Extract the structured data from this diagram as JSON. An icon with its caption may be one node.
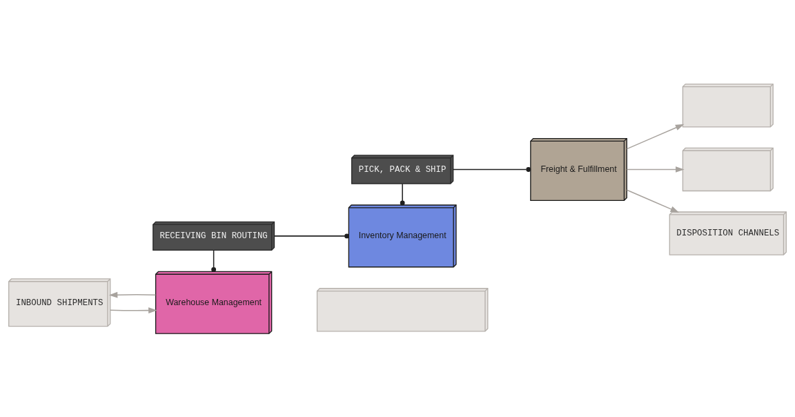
{
  "diagram": {
    "nodes": [
      {
        "text": [
          "INBOUND SHIPMENTS"
        ]
      },
      {
        "text": [
          "RECEIVING BIN ROUTING"
        ]
      },
      {
        "text": [
          "Warehouse Management"
        ]
      },
      {
        "text": [
          "PICK, PACK & SHIP"
        ]
      },
      {
        "text": [
          "Inventory Management"
        ]
      },
      {
        "text": [
          "Freight & Fulfillment"
        ]
      },
      {
        "text": [],
        "shape": "box"
      },
      {
        "text": [],
        "shape": "box"
      },
      {
        "text": [],
        "shape": "box"
      },
      {
        "text": [
          "DISPOSITION CHANNELS"
        ]
      }
    ],
    "edges": [
      {
        "from": 0,
        "to": 2,
        "arrow": "to"
      },
      {
        "from": 2,
        "to": 0,
        "arrow": "to"
      },
      {
        "from": 1,
        "to": 2,
        "arrow": "other",
        "color": "#1f1f1f"
      },
      {
        "from": 1,
        "to": 4,
        "arrow": "other",
        "color": "#1f1f1f"
      },
      {
        "from": 3,
        "to": 4,
        "arrow": "other",
        "color": "#1f1f1f"
      },
      {
        "from": 3,
        "to": 5,
        "arrow": "other",
        "color": "#1f1f1f"
      },
      {
        "from": 5,
        "to": 7,
        "arrow": "to"
      },
      {
        "from": 5,
        "to": 8,
        "arrow": "to"
      },
      {
        "from": 5,
        "to": 9,
        "arrow": "to"
      }
    ]
  }
}
